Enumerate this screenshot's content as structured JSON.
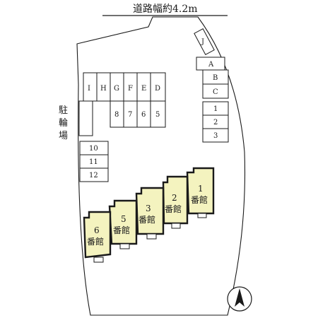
{
  "road_label": "道路幅約4.2m",
  "bike_parking": [
    "駐",
    "輪",
    "場"
  ],
  "parking": {
    "j": "J",
    "right_stack": [
      "A",
      "B",
      "C"
    ],
    "right_lower": [
      "1",
      "2",
      "3"
    ],
    "top_row": [
      "I",
      "H",
      "G",
      "F",
      "E",
      "D"
    ],
    "second_row": [
      "8",
      "7",
      "6",
      "5"
    ],
    "left_stack": [
      "10",
      "11",
      "12"
    ]
  },
  "buildings": [
    {
      "num": "1",
      "kan": "番館"
    },
    {
      "num": "2",
      "kan": "番館"
    },
    {
      "num": "3",
      "kan": "番館"
    },
    {
      "num": "5",
      "kan": "番館"
    },
    {
      "num": "6",
      "kan": "番館"
    }
  ],
  "colors": {
    "building_fill": "#f4f3bf",
    "stroke": "#1a1a1a"
  },
  "north_icon": "north-arrow-icon"
}
